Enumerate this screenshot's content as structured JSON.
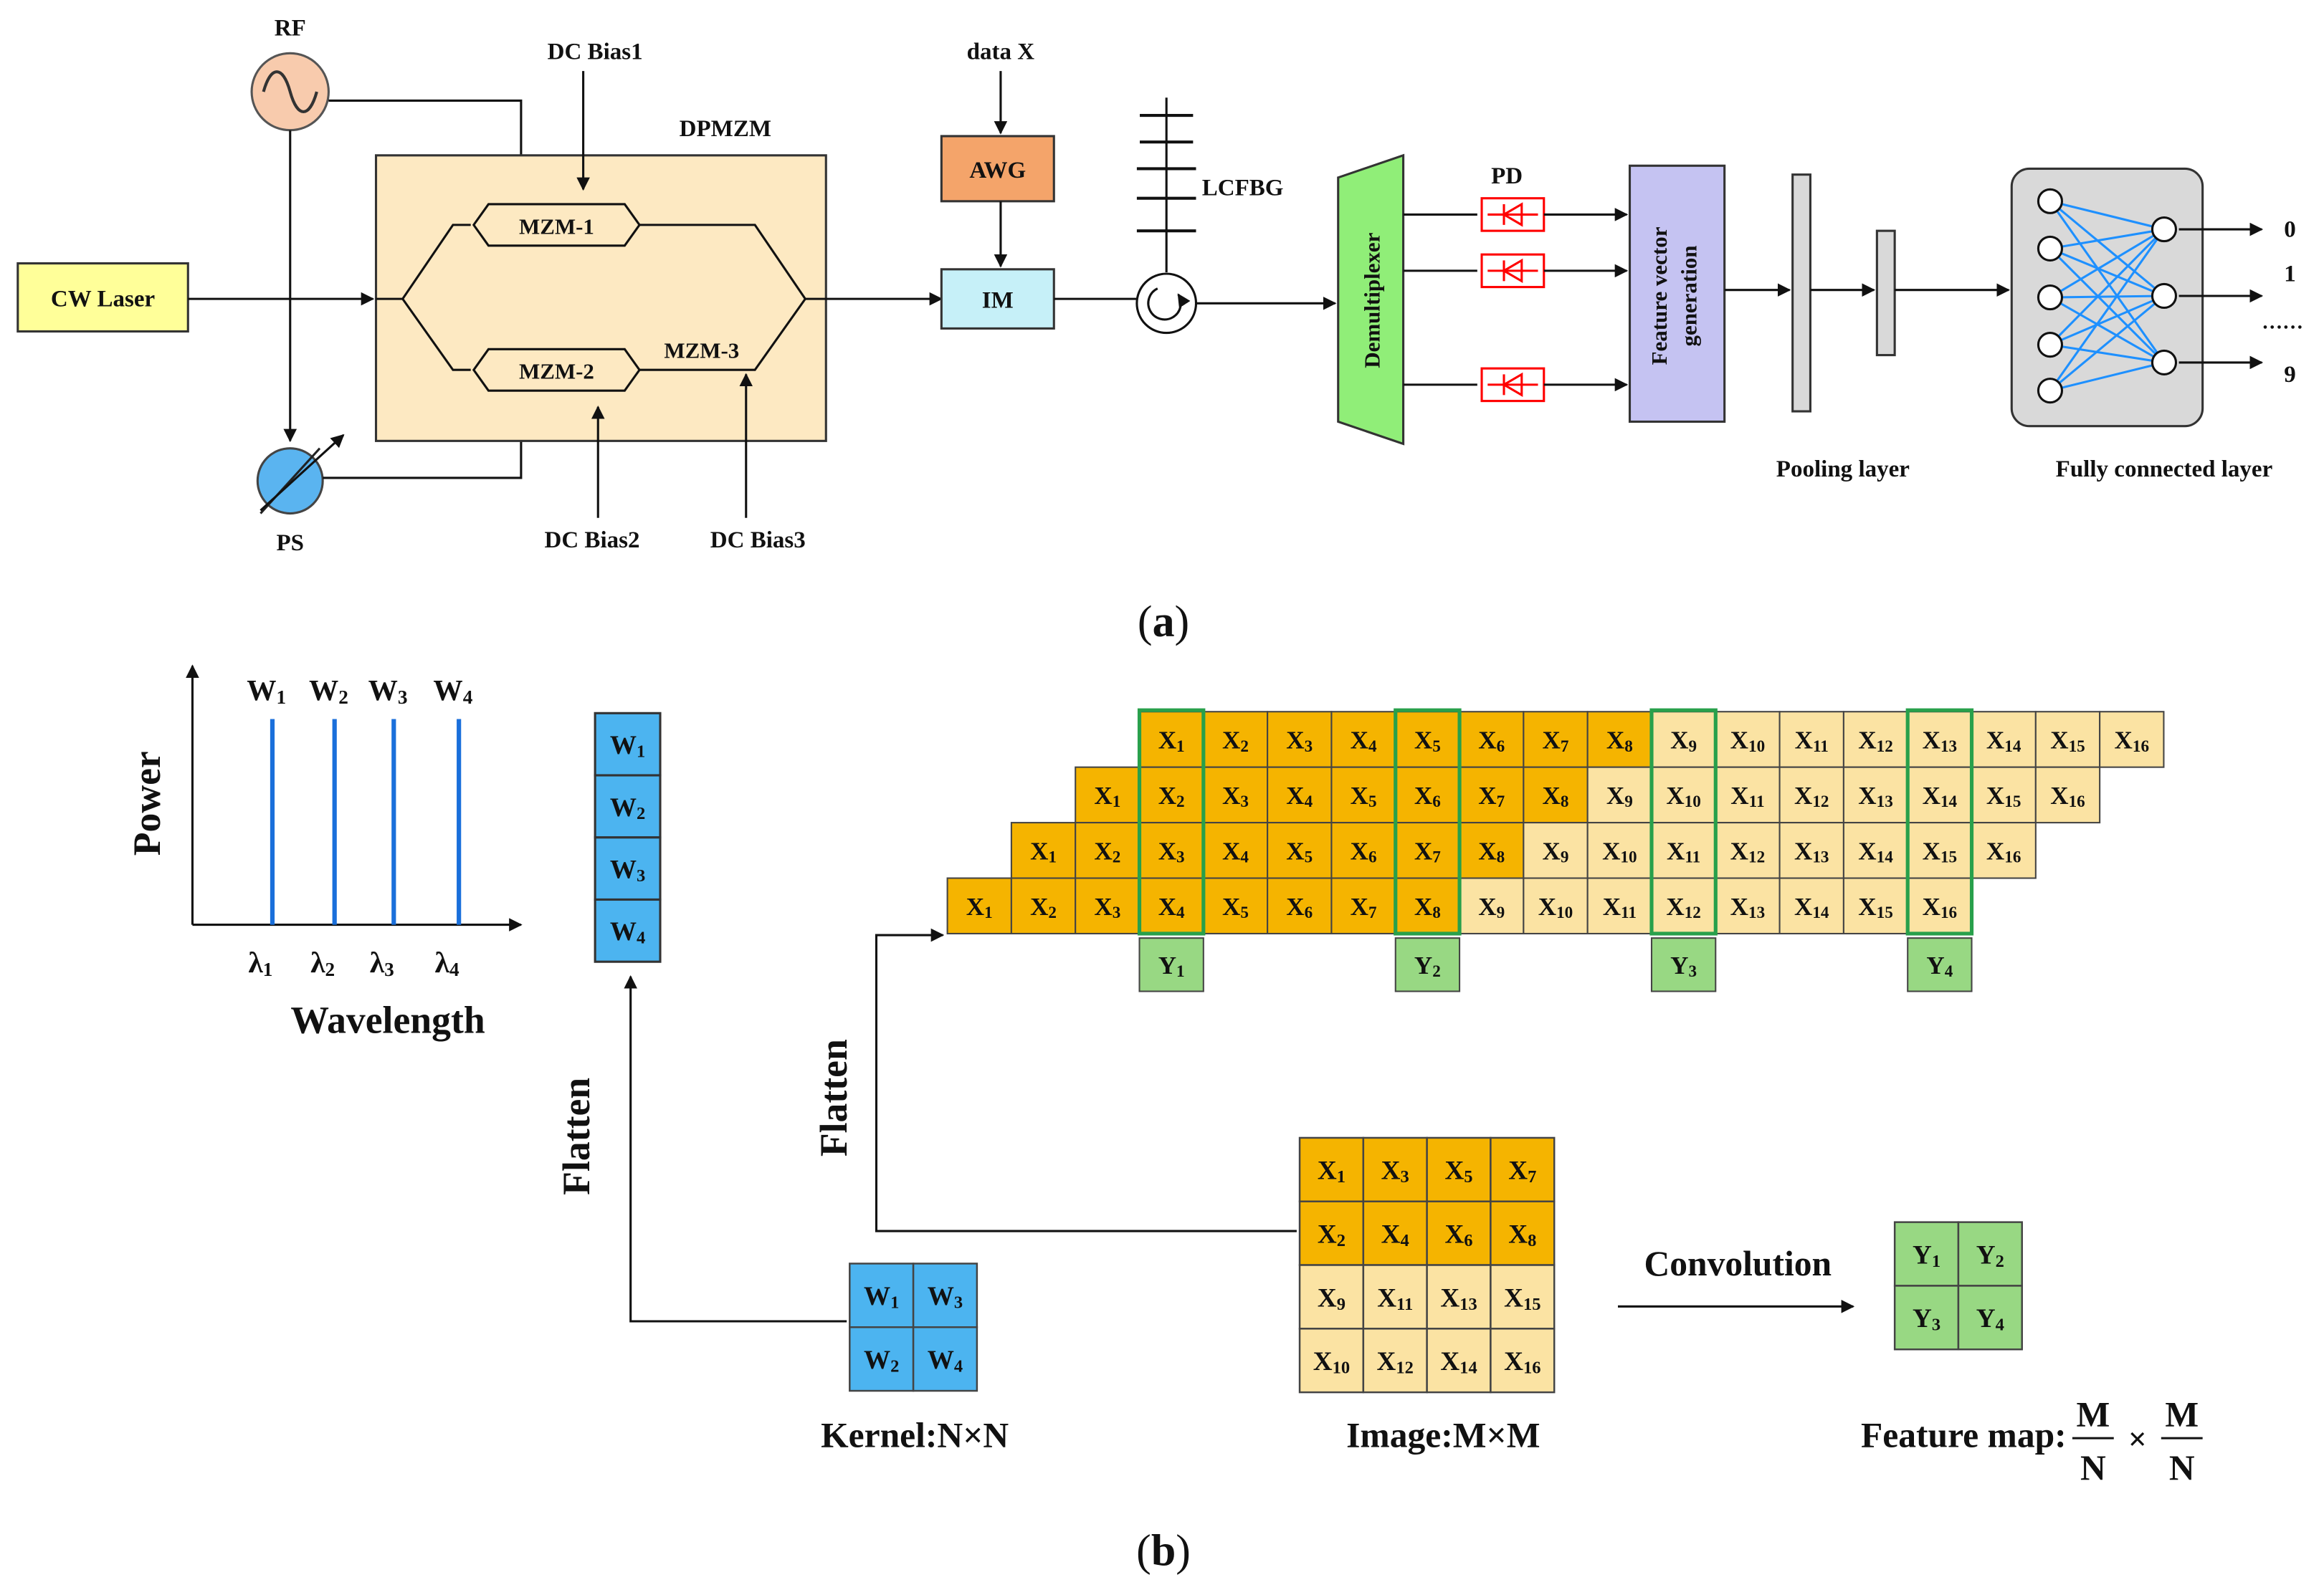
{
  "colors": {
    "laser": "#ffff99",
    "rf": "#f8cbad",
    "ps": "#5ab4f0",
    "dpmzm": "#fde9c2",
    "awg": "#f4a46a",
    "im": "#c6f0f8",
    "demux": "#90ee78",
    "pd": "#ff0000",
    "feature": "#c5c3f2",
    "pool": "#d9d9d9",
    "fc": "#d9d9d9",
    "fcline": "#1e90ff",
    "waveline": "#1a6fdb",
    "wcell": "#4cb4f0",
    "xdark": "#f5b400",
    "xlight": "#fbe3a3",
    "ycell": "#98d883",
    "window": "#28a04b"
  },
  "panel_a": {
    "label_prefix": "(",
    "label_letter": "a",
    "label_suffix": ")",
    "rf": "RF",
    "ps": "PS",
    "cw_laser": "CW Laser",
    "dc_bias1": "DC Bias1",
    "dc_bias2": "DC Bias2",
    "dc_bias3": "DC Bias3",
    "dpmzm": "DPMZM",
    "mzm1": "MZM-1",
    "mzm2": "MZM-2",
    "mzm3": "MZM-3",
    "data_x": "data X",
    "awg": "AWG",
    "im": "IM",
    "lcfbg": "LCFBG",
    "demux": "Demultiplexer",
    "pd": "PD",
    "feature_line1": "Feature vector",
    "feature_line2": "generation",
    "pooling": "Pooling layer",
    "fully_connected": "Fully connected layer",
    "output_0": "0",
    "output_1": "1",
    "output_dots": "……",
    "output_9": "9"
  },
  "panel_b": {
    "label_prefix": "(",
    "label_letter": "b",
    "label_suffix": ")",
    "power": "Power",
    "wavelength": "Wavelength",
    "w_labels": [
      "W1",
      "W2",
      "W3",
      "W4"
    ],
    "lambda_labels": [
      "λ1",
      "λ2",
      "λ3",
      "λ4"
    ],
    "flatten": "Flatten",
    "kernel_label": "Kernel:N×N",
    "image_label": "Image:M×M",
    "convolution": "Convolution",
    "feature_map_prefix": "Feature map:",
    "frac_num": "M",
    "frac_den": "N",
    "times": "×",
    "kernel_grid": [
      [
        "W1",
        "W3"
      ],
      [
        "W2",
        "W4"
      ]
    ],
    "image_grid": [
      [
        "X1",
        "X3",
        "X5",
        "X7"
      ],
      [
        "X2",
        "X4",
        "X6",
        "X8"
      ],
      [
        "X9",
        "X11",
        "X13",
        "X15"
      ],
      [
        "X10",
        "X12",
        "X14",
        "X16"
      ]
    ],
    "feature_grid": [
      [
        "Y1",
        "Y2"
      ],
      [
        "Y3",
        "Y4"
      ]
    ],
    "w_column": [
      "W1",
      "W2",
      "W3",
      "W4"
    ],
    "x_rows": [
      "X1",
      "X2",
      "X3",
      "X4",
      "X5",
      "X6",
      "X7",
      "X8",
      "X9",
      "X10",
      "X11",
      "X12",
      "X13",
      "X14",
      "X15",
      "X16"
    ],
    "y_outputs": [
      "Y1",
      "Y2",
      "Y3",
      "Y4"
    ]
  }
}
